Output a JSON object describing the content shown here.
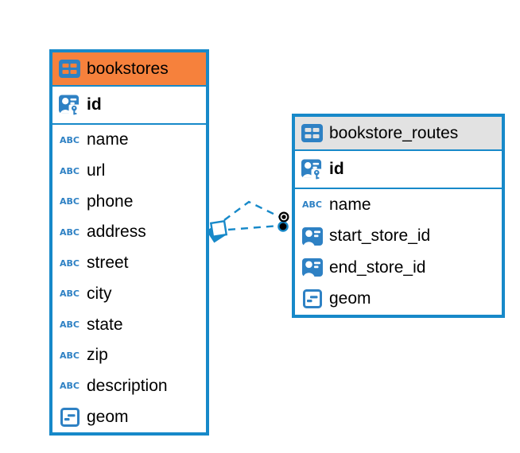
{
  "tables": {
    "bookstores": {
      "title": "bookstores",
      "selected": true,
      "primary_key": {
        "label": "id"
      },
      "fields": [
        {
          "label": "name",
          "type": "text"
        },
        {
          "label": "url",
          "type": "text"
        },
        {
          "label": "phone",
          "type": "text"
        },
        {
          "label": "address",
          "type": "text"
        },
        {
          "label": "street",
          "type": "text"
        },
        {
          "label": "city",
          "type": "text"
        },
        {
          "label": "state",
          "type": "text"
        },
        {
          "label": "zip",
          "type": "text"
        },
        {
          "label": "description",
          "type": "text"
        },
        {
          "label": "geom",
          "type": "geometry"
        }
      ]
    },
    "bookstore_routes": {
      "title": "bookstore_routes",
      "selected": false,
      "primary_key": {
        "label": "id"
      },
      "fields": [
        {
          "label": "name",
          "type": "text"
        },
        {
          "label": "start_store_id",
          "type": "foreign_key"
        },
        {
          "label": "end_store_id",
          "type": "foreign_key"
        },
        {
          "label": "geom",
          "type": "geometry"
        }
      ]
    }
  },
  "icons": {
    "text_type_label": "ABC"
  },
  "colors": {
    "accent_blue": "#1789c9",
    "icon_blue": "#2e81c4",
    "selected_header_orange": "#f6813c",
    "header_gray": "#e2e2e2",
    "text": "#000000"
  },
  "relationships": [
    {
      "from_table": "bookstores",
      "to_table": "bookstore_routes",
      "line_style": "dashed"
    },
    {
      "from_table": "bookstores",
      "to_table": "bookstore_routes",
      "line_style": "dashed"
    }
  ]
}
